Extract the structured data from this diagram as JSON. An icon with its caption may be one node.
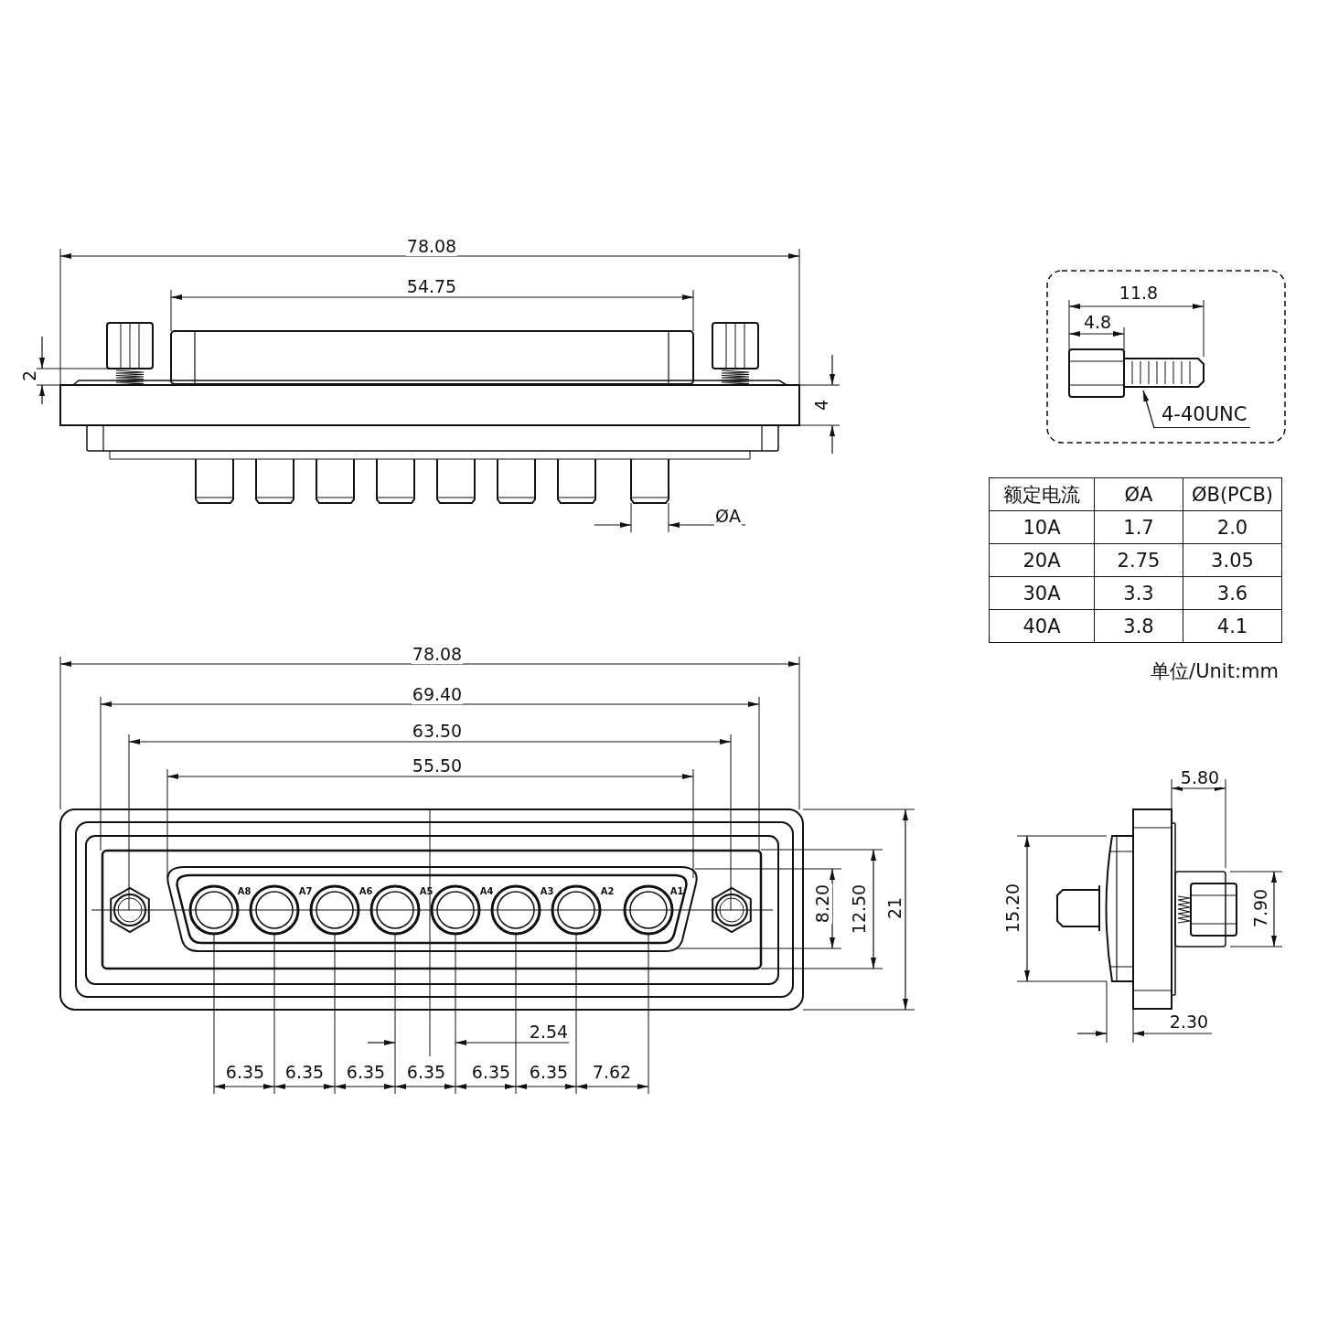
{
  "diagram": {
    "nodes": [
      {
        "text": [
          "4-40UNC"
        ]
      },
      {
        "text": [],
        "shape": "picture"
      }
    ],
    "edges": [
      {
        "from": 0,
        "to": 1,
        "arrow": "to"
      }
    ],
    "labels": [
      "78.08",
      "54.75",
      "2",
      "4",
      "ØA",
      "11.8",
      "4.8",
      "额定电流",
      "ØA",
      "ØB(PCB)",
      "10A",
      "1.7",
      "2.0",
      "20A",
      "2.75",
      "3.05",
      "30A",
      "3.3",
      "3.6",
      "40A",
      "3.8",
      "4.1",
      "单位/Unit:mm",
      "78.08",
      "69.40",
      "63.50",
      "55.50",
      "A8",
      "A7",
      "A6",
      "A5",
      "A4",
      "A3",
      "A2",
      "A1",
      "8.20",
      "12.50",
      "21",
      "2.54",
      "6.35",
      "6.35",
      "6.35",
      "6.35",
      "6.35",
      "6.35",
      "7.62",
      "5.80",
      "15.20",
      "7.90",
      "2.30"
    ]
  }
}
